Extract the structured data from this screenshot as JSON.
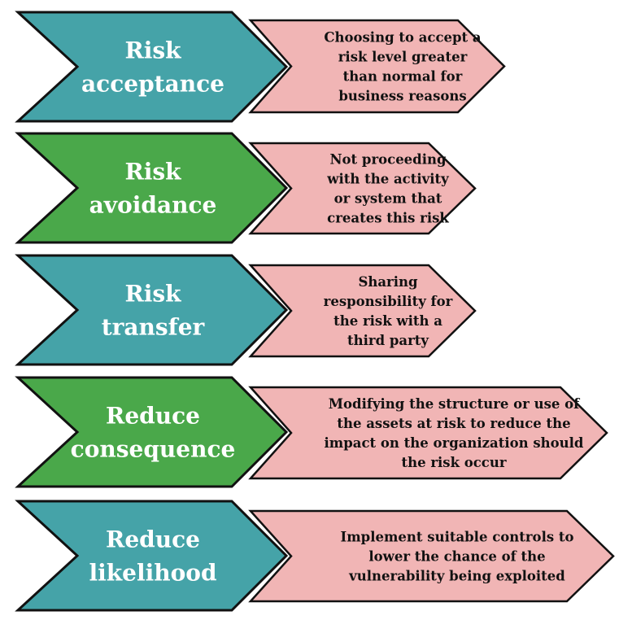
{
  "colors": {
    "teal": "#45a3a8",
    "green": "#4aa84a",
    "pink": "#f1b5b5",
    "outline": "#111111"
  },
  "rows": [
    {
      "title_lines": [
        "Risk",
        "acceptance"
      ],
      "color": "#45a3a8",
      "description_lines": [
        "Choosing to accept a",
        "risk level greater",
        "than normal for",
        "business reasons"
      ]
    },
    {
      "title_lines": [
        "Risk",
        "avoidance"
      ],
      "color": "#4aa84a",
      "description_lines": [
        "Not proceeding",
        "with the activity",
        "or system that",
        "creates this risk"
      ]
    },
    {
      "title_lines": [
        "Risk",
        "transfer"
      ],
      "color": "#45a3a8",
      "description_lines": [
        "Sharing",
        "responsibility for",
        "the risk with a",
        "third party"
      ]
    },
    {
      "title_lines": [
        "Reduce",
        "consequence"
      ],
      "color": "#4aa84a",
      "description_lines": [
        "Modifying the structure or use of",
        "the assets at risk to reduce the",
        "impact on the organization should",
        "the risk occur"
      ]
    },
    {
      "title_lines": [
        "Reduce",
        "likelihood"
      ],
      "color": "#45a3a8",
      "description_lines": [
        "Implement suitable controls to",
        "lower the chance of the",
        "vulnerability being exploited"
      ]
    }
  ]
}
